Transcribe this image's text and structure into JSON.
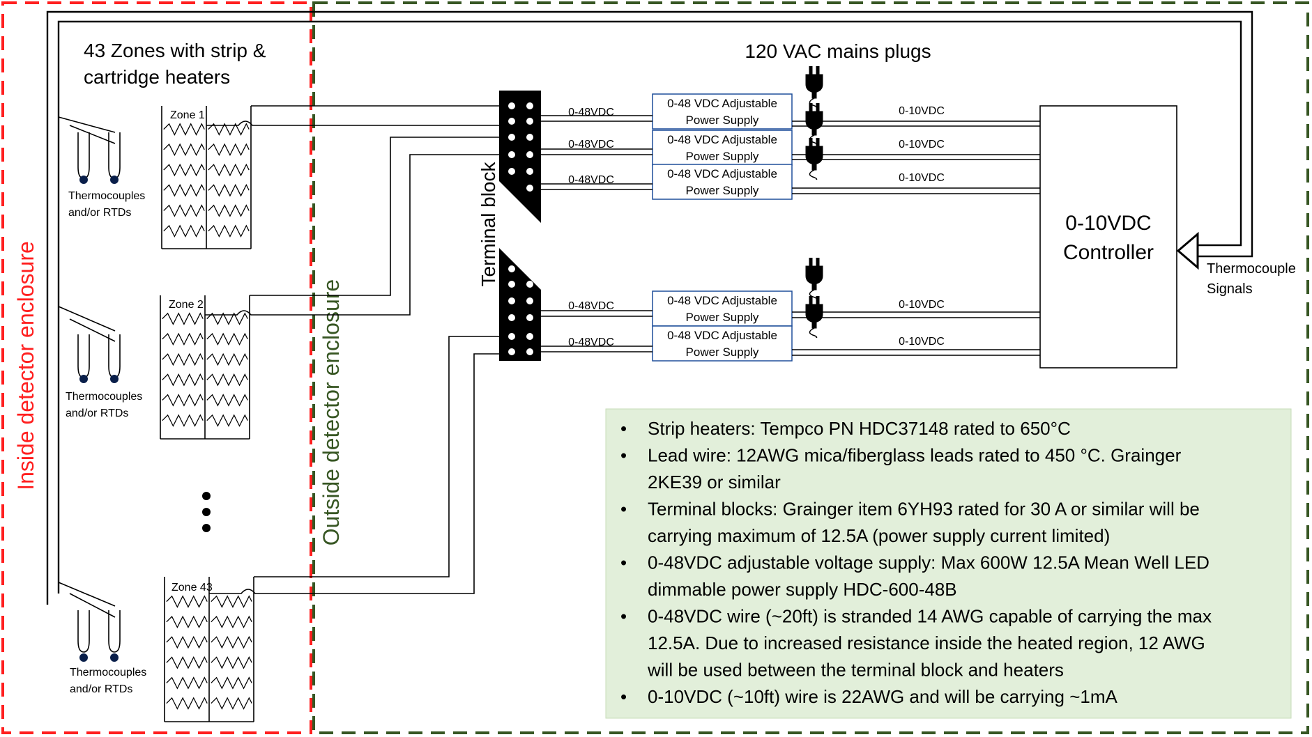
{
  "regions": {
    "inside_label": "Inside detector enclosure",
    "outside_label": "Outside detector enclosure",
    "inside_color": "#ff1f1f",
    "outside_color": "#375623"
  },
  "zones_title": {
    "line1": "43 Zones with strip &",
    "line2": "cartridge heaters"
  },
  "zones": [
    {
      "label": "Zone 1",
      "tc_line1": "Thermocouples",
      "tc_line2": "and/or RTDs"
    },
    {
      "label": "Zone 2",
      "tc_line1": "Thermocouples",
      "tc_line2": "and/or RTDs"
    },
    {
      "label": "Zone 43",
      "tc_line1": "Thermocouples",
      "tc_line2": "and/or RTDs"
    }
  ],
  "terminal_block_label": "Terminal block",
  "mains_label": "120 VAC mains plugs",
  "power_supplies": [
    {
      "line1": "0-48 VDC Adjustable",
      "line2": "Power Supply",
      "out_label": "0-48VDC",
      "ctrl_label": "0-10VDC"
    },
    {
      "line1": "0-48 VDC Adjustable",
      "line2": "Power Supply",
      "out_label": "0-48VDC",
      "ctrl_label": "0-10VDC"
    },
    {
      "line1": "0-48 VDC Adjustable",
      "line2": "Power Supply",
      "out_label": "0-48VDC",
      "ctrl_label": "0-10VDC"
    },
    {
      "line1": "0-48 VDC Adjustable",
      "line2": "Power Supply",
      "out_label": "0-48VDC",
      "ctrl_label": "0-10VDC"
    },
    {
      "line1": "0-48 VDC Adjustable",
      "line2": "Power Supply",
      "out_label": "0-48VDC",
      "ctrl_label": "0-10VDC"
    }
  ],
  "controller": {
    "line1": "0-10VDC",
    "line2": "Controller"
  },
  "feedback": {
    "line1": "Thermocouple",
    "line2": "Signals"
  },
  "notes": [
    {
      "lines": [
        "Strip heaters: Tempco PN HDC37148 rated to 650°C"
      ]
    },
    {
      "lines": [
        "Lead wire: 12AWG mica/fiberglass leads rated to 450 °C. Grainger",
        "2KE39 or similar"
      ]
    },
    {
      "lines": [
        "Terminal blocks: Grainger item 6YH93 rated for 30 A or similar will be",
        "carrying maximum of 12.5A (power supply current limited)"
      ]
    },
    {
      "lines": [
        "0-48VDC adjustable voltage supply: Max 600W 12.5A Mean Well LED",
        "dimmable power supply HDC-600-48B"
      ]
    },
    {
      "lines": [
        "0-48VDC wire (~20ft) is stranded 14 AWG capable of carrying the max",
        "12.5A. Due to increased resistance inside the heated region, 12 AWG",
        "will be used between the terminal block and heaters"
      ]
    },
    {
      "lines": [
        "0-10VDC (~10ft) wire is 22AWG and will be carrying ~1mA"
      ]
    }
  ],
  "bullet_char": "•"
}
